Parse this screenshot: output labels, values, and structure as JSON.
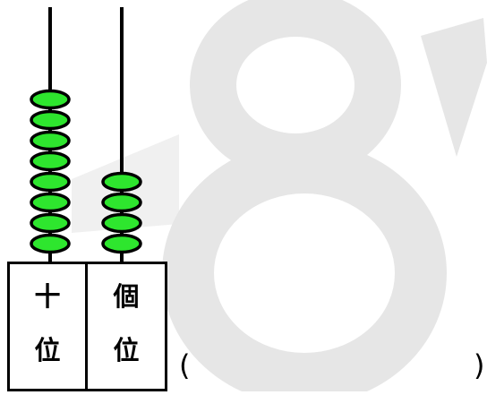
{
  "abacus": {
    "rods": [
      {
        "id": "tens",
        "label_top": "十",
        "label_bottom": "位",
        "beads": 8
      },
      {
        "id": "ones",
        "label_top": "個",
        "label_bottom": "位",
        "beads": 4
      }
    ]
  },
  "answer": {
    "open": "(",
    "close": ")"
  },
  "colors": {
    "bead_fill": "#2ee62e",
    "bead_stroke": "#000000",
    "rod": "#000000",
    "watermark": "#e6e6e6"
  }
}
